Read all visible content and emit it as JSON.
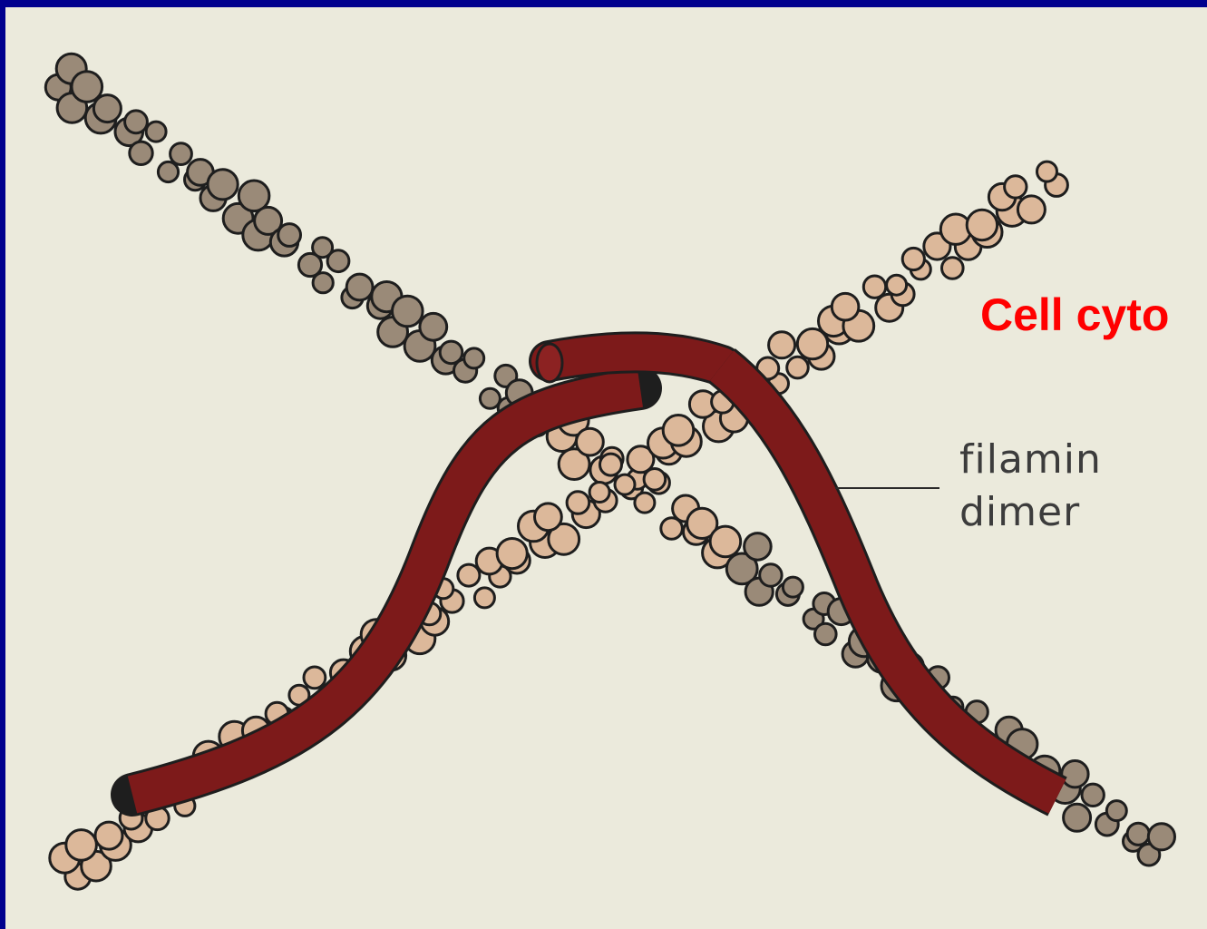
{
  "title": "Cell cyto",
  "label": {
    "line1": "filamin",
    "line2": "dimer"
  },
  "colors": {
    "border": "#00008e",
    "background": "#ebeadc",
    "title": "#ff0000",
    "filament_light": "#dcb89a",
    "filament_dark": "#9a8a78",
    "filamin": "#7d1a1a",
    "outline": "#1e1e1e"
  },
  "icons": {
    "actin_filament": "actin-filament",
    "filamin_dimer": "filamin-dimer"
  }
}
